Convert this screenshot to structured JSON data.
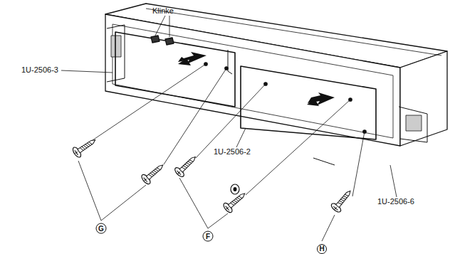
{
  "diagram": {
    "labels": [
      "Klinke",
      "1U-2506-3",
      "1U-2506-2",
      "1U-2506-6",
      "G",
      "F",
      "H"
    ]
  }
}
